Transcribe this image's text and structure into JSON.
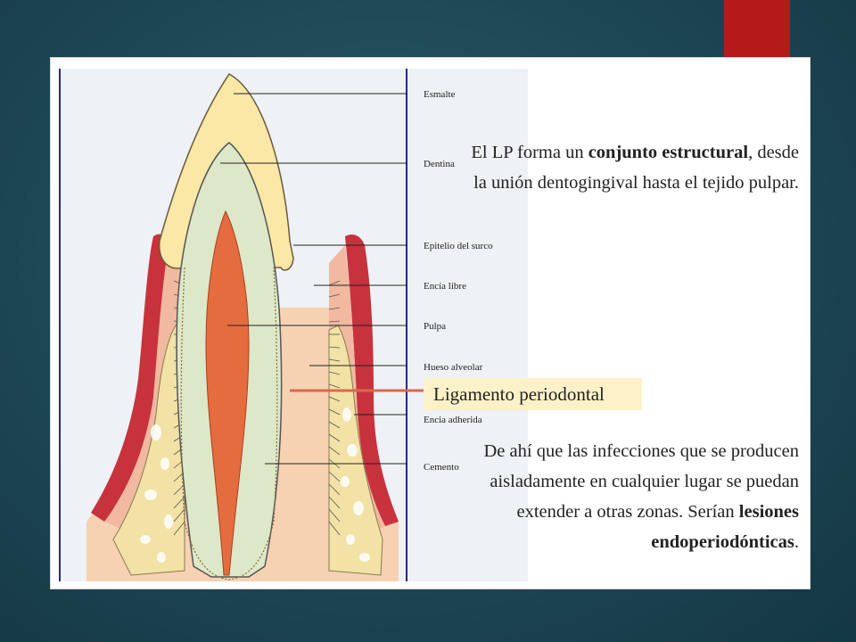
{
  "slide": {
    "accent_color": "#b31a1a",
    "background_color": "#1f4a57"
  },
  "diagram": {
    "labels": {
      "esmalte": "Esmalte",
      "dentina": "Dentina",
      "epitelio": "Epitelio del surco",
      "encia_libre": "Encía libre",
      "pulpa": "Pulpa",
      "hueso": "Hueso alveolar",
      "encia_adherida": "Encia adherida",
      "cemento": "Cemento"
    },
    "highlight": "Ligamento periodontal",
    "colors": {
      "enamel": "#fbe8a6",
      "dentin": "#dde8c8",
      "pulp": "#e56c3f",
      "gum": "#c8323c",
      "bone": "#f2e2a6",
      "soft_tissue": "#f6d2b2",
      "outline": "#2a2a7a",
      "highlight_line": "#d9694a"
    }
  },
  "text": {
    "p1_part1": "El LP forma un ",
    "p1_bold1": "conjunto estructural",
    "p1_part2": ", desde la unión dentogingival hasta el tejido pulpar.",
    "p2_part1": "De ahí que las infecciones que se producen aisladamente en cualquier lugar se puedan extender a otras zonas. Serían ",
    "p2_bold1": "lesiones endoperiodónticas",
    "p2_part2": "."
  }
}
